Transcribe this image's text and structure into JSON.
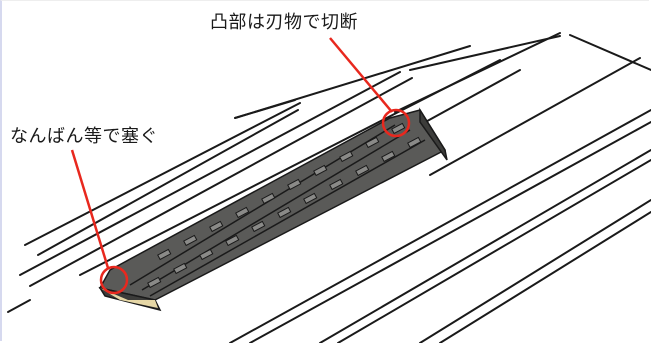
{
  "labels": {
    "cut_bump": "凸部は刃物で切断",
    "seal_gap": "なんばん等で塞ぐ"
  },
  "colors": {
    "line": "#1a1a1a",
    "callout": "#e8281e",
    "ridge_fill": "#5a5a58",
    "ridge_dark": "#3c3c3a",
    "sealant": "#e6d7a6"
  },
  "icons": {
    "callout_circle": "red-circle-marker"
  }
}
